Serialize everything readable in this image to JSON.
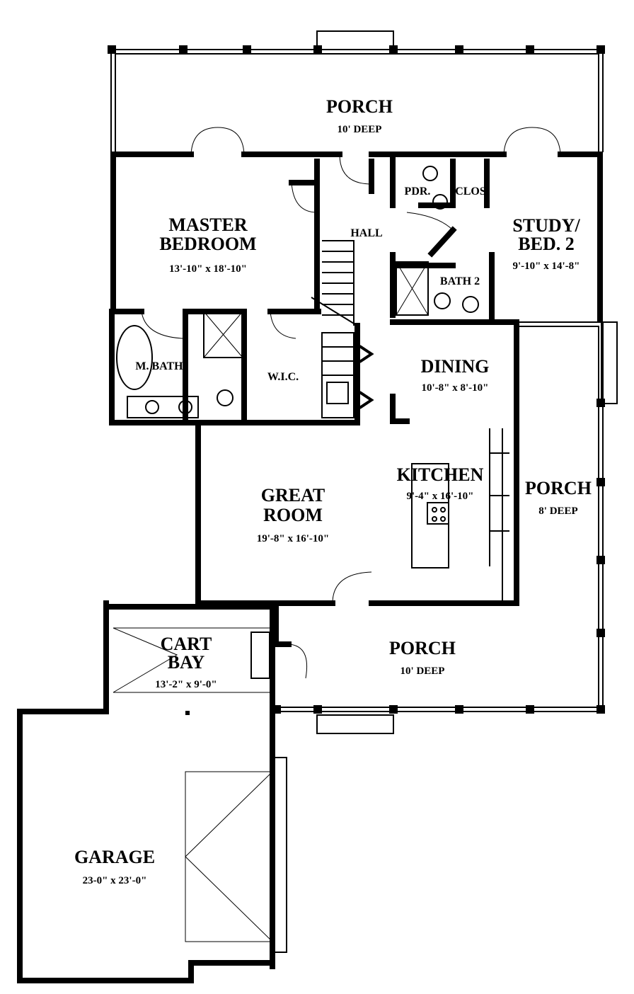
{
  "rooms": {
    "porch_top": {
      "name": "PORCH",
      "dim": "10' DEEP"
    },
    "master": {
      "name1": "MASTER",
      "name2": "BEDROOM",
      "dim": "13'-10\" x 18'-10\""
    },
    "hall": {
      "name": "HALL"
    },
    "pdr": {
      "name": "PDR."
    },
    "clos": {
      "name": "CLOS"
    },
    "study": {
      "name1": "STUDY/",
      "name2": "BED. 2",
      "dim": "9'-10\" x 14'-8\""
    },
    "bath2": {
      "name": "BATH 2"
    },
    "mbath": {
      "name": "M. BATH"
    },
    "wic": {
      "name": "W.I.C."
    },
    "dining": {
      "name": "DINING",
      "dim": "10'-8\" x 8'-10\""
    },
    "kitchen": {
      "name": "KITCHEN",
      "dim": "9'-4\" x 16'-10\""
    },
    "porch_side": {
      "name": "PORCH",
      "dim": "8' DEEP"
    },
    "great": {
      "name1": "GREAT",
      "name2": "ROOM",
      "dim": "19'-8\" x 16'-10\""
    },
    "cart": {
      "name1": "CART",
      "name2": "BAY",
      "dim": "13'-2\" x 9'-0\""
    },
    "porch_front": {
      "name": "PORCH",
      "dim": "10' DEEP"
    },
    "garage": {
      "name": "GARAGE",
      "dim": "23-0\" x 23'-0\""
    }
  }
}
